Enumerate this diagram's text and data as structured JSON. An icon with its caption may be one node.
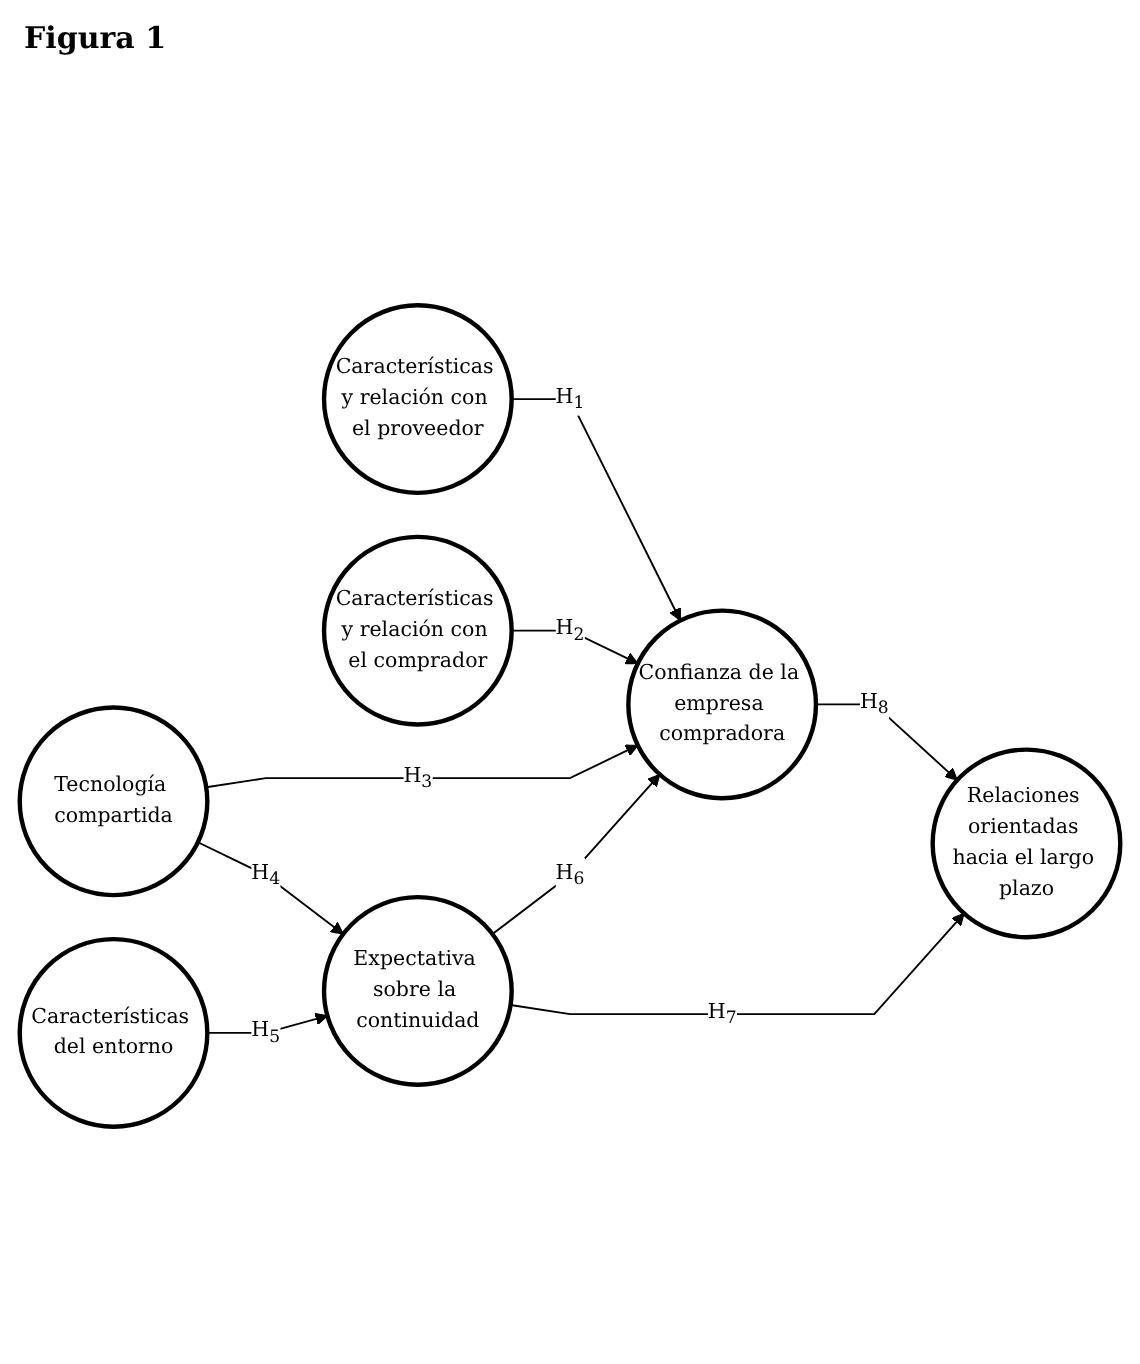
{
  "diagram": {
    "title": "Figura 1",
    "nodes": [
      {
        "text": [
          "Características y relación con el proveedor"
        ]
      },
      {
        "text": [
          "Características y relación con el comprador"
        ]
      },
      {
        "text": [
          "Tecnología compartida"
        ]
      },
      {
        "text": [
          "Características del entorno"
        ]
      },
      {
        "text": [
          "Confianza de la empresa compradora"
        ]
      },
      {
        "text": [
          "Expectativa sobre la continuidad"
        ]
      },
      {
        "text": [
          "Relaciones orientadas hacia el largo plazo"
        ]
      }
    ],
    "edges": [
      {
        "from": 0,
        "to": 4,
        "arrow": "to",
        "label": "H$_{1}$"
      },
      {
        "from": 1,
        "to": 4,
        "arrow": "to",
        "label": "H$_{2}$"
      },
      {
        "from": 2,
        "to": 4,
        "arrow": "to",
        "label": "H$_{3}$"
      },
      {
        "from": 2,
        "to": 5,
        "arrow": "to",
        "label": "H$_{4}$"
      },
      {
        "from": 3,
        "to": 5,
        "arrow": "to",
        "label": "H$_{5}$"
      },
      {
        "from": 5,
        "to": 4,
        "arrow": "to",
        "label": "H$_{6}$"
      },
      {
        "from": 5,
        "to": 6,
        "arrow": "to",
        "label": "H$_{7}$"
      },
      {
        "from": 4,
        "to": 6,
        "arrow": "to",
        "label": "H$_{8}$"
      }
    ]
  }
}
